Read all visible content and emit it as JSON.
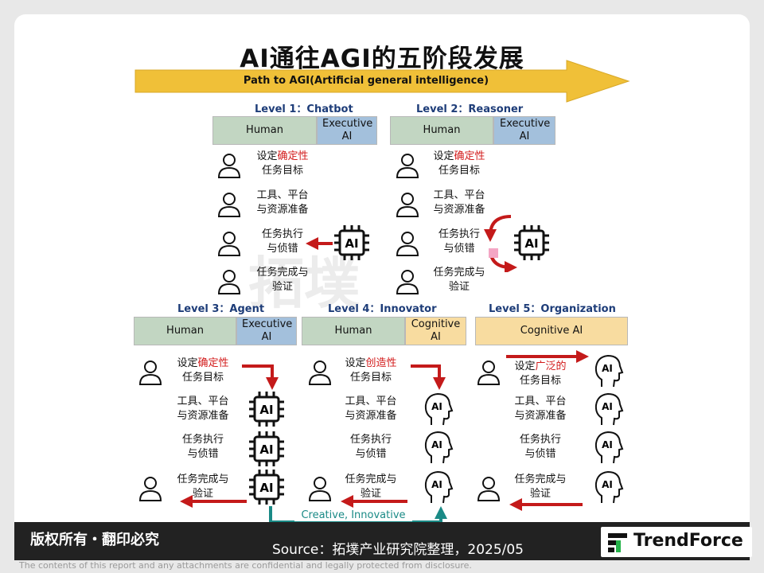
{
  "title": "AI通往AGI的五阶段发展",
  "path_label": "Path to AGI(Artificial general intelligence)",
  "watermark": "拓墣",
  "levels": [
    {
      "label": "Level 1：Chatbot",
      "human": "Human",
      "ai": "Executive AI"
    },
    {
      "label": "Level 2：Reasoner",
      "human": "Human",
      "ai": "Executive AI"
    },
    {
      "label": "Level 3：Agent",
      "human": "Human",
      "ai": "Executive AI"
    },
    {
      "label": "Level 4：Innovator",
      "human": "Human",
      "ai": "Cognitive AI"
    },
    {
      "label": "Level 5：Organization",
      "ai": "Cognitive AI"
    }
  ],
  "tasks": {
    "set_prefix": "设定",
    "certain": "确定性",
    "creative": "创造性",
    "broad": "广泛的",
    "goal": "任务目标",
    "tools_1": "工具、平台",
    "tools_2": "与资源准备",
    "exec_1": "任务执行",
    "exec_2": "与侦错",
    "done_1": "任务完成与",
    "done_2": "验证"
  },
  "chip_text": "AI",
  "head_text": "AI",
  "creative_label": "Creative, Innovative",
  "footer": {
    "copyright": "版权所有・翻印必究",
    "source": "Source：拓墣产业研究院整理，2025/05",
    "logo": "TrendForce",
    "disclaimer": "The contents of this report and any attachments are confidential and legally protected from disclosure."
  },
  "colors": {
    "arrow": "#f0c038",
    "red_arrow": "#c41a1a",
    "teal": "#1a8a86",
    "level_text": "#1d3c78",
    "human_header": "#c2d6c2",
    "executive_header": "#a3c0dc",
    "cognitive_header": "#f8dca0"
  },
  "icons": [
    "person-icon",
    "ai-chip-icon",
    "ai-head-icon",
    "arrow-icon",
    "cycle-arrow-icon",
    "trendforce-logo-icon"
  ]
}
